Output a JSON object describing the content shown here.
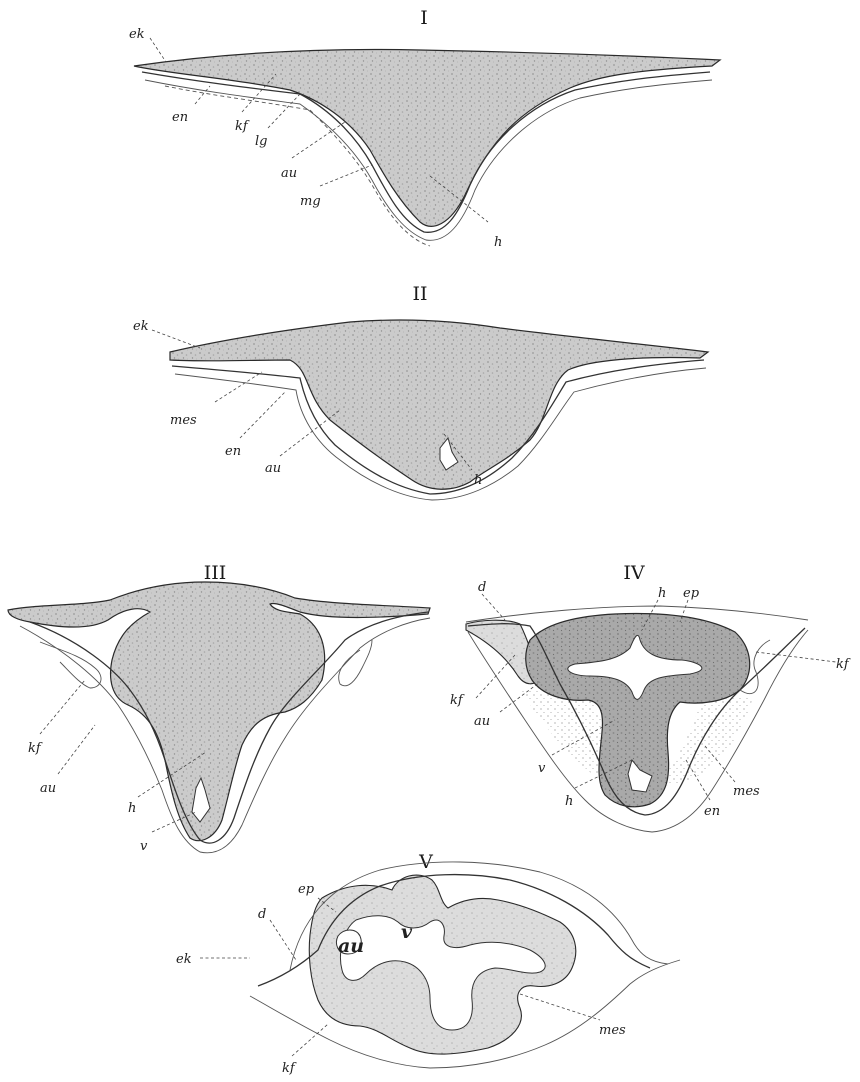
{
  "figures": [
    {
      "id": "I",
      "numeral": "I",
      "labels": [
        "ek",
        "en",
        "kf",
        "lg",
        "au",
        "mg",
        "h"
      ]
    },
    {
      "id": "II",
      "numeral": "II",
      "labels": [
        "ek",
        "mes",
        "en",
        "au",
        "h"
      ]
    },
    {
      "id": "III",
      "numeral": "III",
      "labels": [
        "kf",
        "au",
        "h",
        "v"
      ]
    },
    {
      "id": "IV",
      "numeral": "IV",
      "labels": [
        "d",
        "h",
        "ep",
        "kf",
        "au",
        "kf",
        "v",
        "h",
        "mes",
        "en"
      ]
    },
    {
      "id": "V",
      "numeral": "V",
      "labels": [
        "ep",
        "d",
        "ek",
        "au",
        "v",
        "mes",
        "kf"
      ]
    }
  ],
  "colors": {
    "tissue": "#c9c9c9",
    "tissue_dark": "#a9a9a9",
    "ink": "#2a2a2a",
    "paper": "#ffffff"
  }
}
